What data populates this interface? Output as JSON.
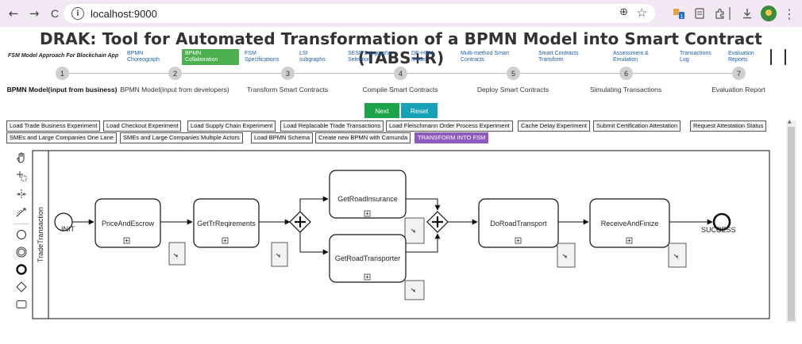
{
  "browser": {
    "back_icon": "←",
    "forward_icon": "→",
    "reload_icon": "C",
    "url": "localhost:9000",
    "zoom_icon": "⊕",
    "bookmark_icon": "☆",
    "menu_icon": "⋮"
  },
  "page_title": "DRAK: Tool for Automated Transformation of a BPMN Model into Smart Contract (TABS+R)",
  "nav": {
    "app_label": "FSM Model Approach For Blockchain App",
    "tabs": [
      {
        "line1": "BPMN",
        "line2": "Choreograph",
        "active": false
      },
      {
        "line1": "BPMN",
        "line2": "Collaboration",
        "active": true
      },
      {
        "line1": "FSM",
        "line2": "Specifications",
        "active": false
      },
      {
        "line1": "LSI",
        "line2": "subgraphs",
        "active": false
      },
      {
        "line1": "SESE Subgraphs",
        "line2": "Selection",
        "active": false
      },
      {
        "line1": "DE-HSM",
        "line2": "Model",
        "active": false
      },
      {
        "line1": "Multi-method Smart",
        "line2": "Contracts",
        "active": false
      },
      {
        "line1": "Smart Contracts",
        "line2": "Transform",
        "active": false
      },
      {
        "line1": "Assessment &",
        "line2": "Emulation",
        "active": false
      },
      {
        "line1": "Transactions",
        "line2": "Log",
        "active": false
      },
      {
        "line1": "Evaluation",
        "line2": "Reports",
        "active": false
      }
    ]
  },
  "steps": [
    {
      "num": "1",
      "label": "BPMN Model(input from business)"
    },
    {
      "num": "2",
      "label": "BPMN Model(input from developers)"
    },
    {
      "num": "3",
      "label": "Transform Smart Contracts"
    },
    {
      "num": "4",
      "label": "Compile Smart Contracts"
    },
    {
      "num": "5",
      "label": "Deploy Smart Contracts"
    },
    {
      "num": "6",
      "label": "Simulating Transactions"
    },
    {
      "num": "7",
      "label": "Evaluation Report"
    }
  ],
  "actions": {
    "next": "Next",
    "reset": "Reset"
  },
  "experiments": [
    "Load Trade Business Experiment",
    "Load Checkout Experiment",
    "Load Supply Chain Experiment",
    "Load Replacable Trade Transactions",
    "Load Fleischmann Order Process Experiment",
    "Cache Delay Experiment",
    "Submit Certification Attestation",
    "Request Attestation Status",
    "SMEs and Large Companies One Lane",
    "SMEs and Large Companies Multiple Actors",
    "Load BPMN Schema",
    "Create new BPMN with Camunda",
    "TRANSFORM INTO FSM"
  ],
  "palette_icons": [
    "hand-tool-icon",
    "lasso-tool-icon",
    "space-tool-icon",
    "global-connect-icon",
    "start-event-icon",
    "intermediate-event-icon",
    "end-event-icon",
    "gateway-icon",
    "task-icon"
  ],
  "diagram": {
    "pool_label": "TradeTransaction",
    "start_label": "INIT",
    "end_label": "SUCCESS",
    "tasks": [
      "PriceAndEscrow",
      "GetTrReqirements",
      "GetRoadInsurance",
      "GetRoadTransporter",
      "DoRoadTransport",
      "ReceiveAndFinize"
    ]
  }
}
